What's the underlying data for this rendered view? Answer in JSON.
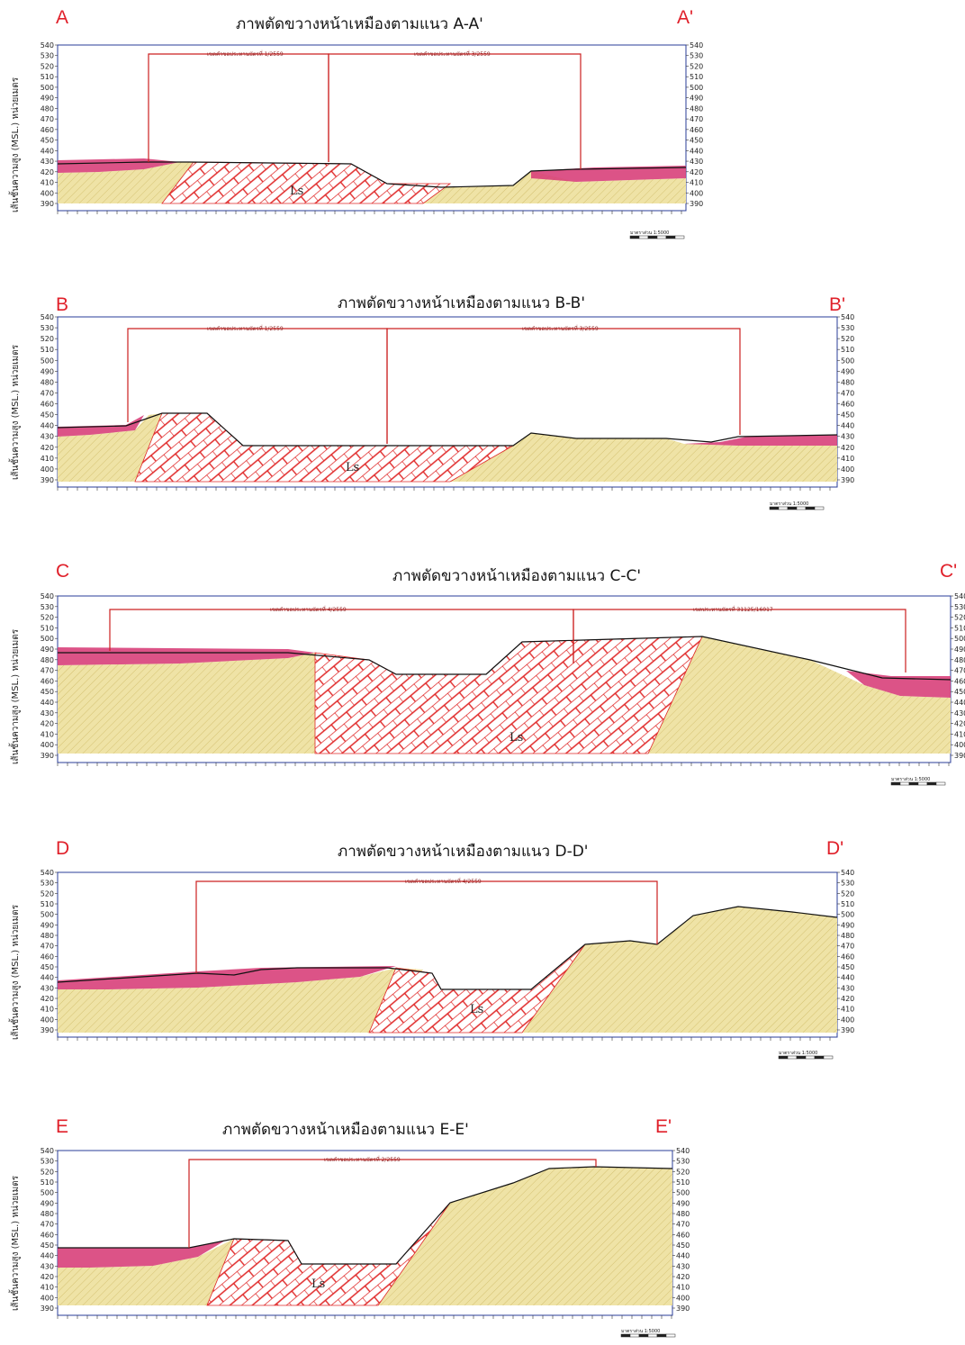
{
  "document": {
    "y_axis_label": "เส้นชั้นความสูง (MSL.) หน่วยเมตร",
    "elevation_ticks": [
      540,
      530,
      520,
      510,
      500,
      490,
      480,
      470,
      460,
      450,
      440,
      430,
      420,
      410,
      400,
      390
    ],
    "rock_label": "Ls",
    "scale_label": "มาตราส่วน 1:5000",
    "colors": {
      "frame": "#2a3d9a",
      "boundary": "#cc2020",
      "topsoil": "#d8407a",
      "overburden": "#efe3a6",
      "overburden_hatch": "#c9b35a",
      "limestone_fill": "#ffffff",
      "limestone_brick": "#e02828",
      "ground_line": "#111111"
    },
    "icons": [
      "scale-bar-icon"
    ]
  },
  "sections": [
    {
      "id": "A",
      "start_label": "A",
      "end_label": "A'",
      "title": "ภาพตัดขวางหน้าเหมืองตามแนว A-A'",
      "boundaries": [
        {
          "label": "เขตคำขอประทานบัตรที่ 1/2559"
        },
        {
          "label": "เขตคำขอประทานบัตรที่ 3/2559"
        }
      ]
    },
    {
      "id": "B",
      "start_label": "B",
      "end_label": "B'",
      "title": "ภาพตัดขวางหน้าเหมืองตามแนว B-B'",
      "boundaries": [
        {
          "label": "เขตคำขอประทานบัตรที่ 1/2559"
        },
        {
          "label": "เขตคำขอประทานบัตรที่ 3/2559"
        }
      ]
    },
    {
      "id": "C",
      "start_label": "C",
      "end_label": "C'",
      "title": "ภาพตัดขวางหน้าเหมืองตามแนว C-C'",
      "boundaries": [
        {
          "label": "เขตคำขอประทานบัตรที่ 4/2559"
        },
        {
          "label": "เขตประทานบัตรที่ 31125/16017"
        }
      ]
    },
    {
      "id": "D",
      "start_label": "D",
      "end_label": "D'",
      "title": "ภาพตัดขวางหน้าเหมืองตามแนว D-D'",
      "boundaries": [
        {
          "label": "เขตคำขอประทานบัตรที่ 4/2559"
        }
      ]
    },
    {
      "id": "E",
      "start_label": "E",
      "end_label": "E'",
      "title": "ภาพตัดขวางหน้าเหมืองตามแนว E-E'",
      "boundaries": [
        {
          "label": "เขตคำขอประทานบัตรที่ 2/2559"
        }
      ]
    }
  ]
}
